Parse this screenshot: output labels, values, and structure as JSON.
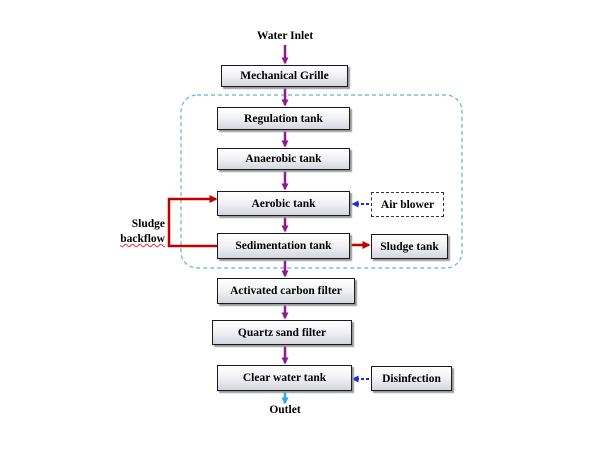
{
  "labels": {
    "inlet": "Water Inlet",
    "outlet": "Outlet",
    "sludge_backflow_line1": "Sludge",
    "sludge_backflow_line2": "backflow"
  },
  "boxes": {
    "mechanical_grille": "Mechanical Grille",
    "regulation_tank": "Regulation tank",
    "anaerobic_tank": "Anaerobic tank",
    "aerobic_tank": "Aerobic tank",
    "air_blower": "Air blower",
    "sedimentation_tank": "Sedimentation tank",
    "sludge_tank": "Sludge tank",
    "activated_carbon_filter": "Activated carbon filter",
    "quartz_sand_filter": "Quartz sand filter",
    "clear_water_tank": "Clear water tank",
    "disinfection": "Disinfection"
  },
  "colors": {
    "main_flow_arrow": "#8e1a8e",
    "sludge_arrow": "#c00000",
    "air_dose_arrow": "#1f2fcf",
    "outlet_arrow": "#2aa8e8",
    "group_border": "#5bb8c8"
  }
}
